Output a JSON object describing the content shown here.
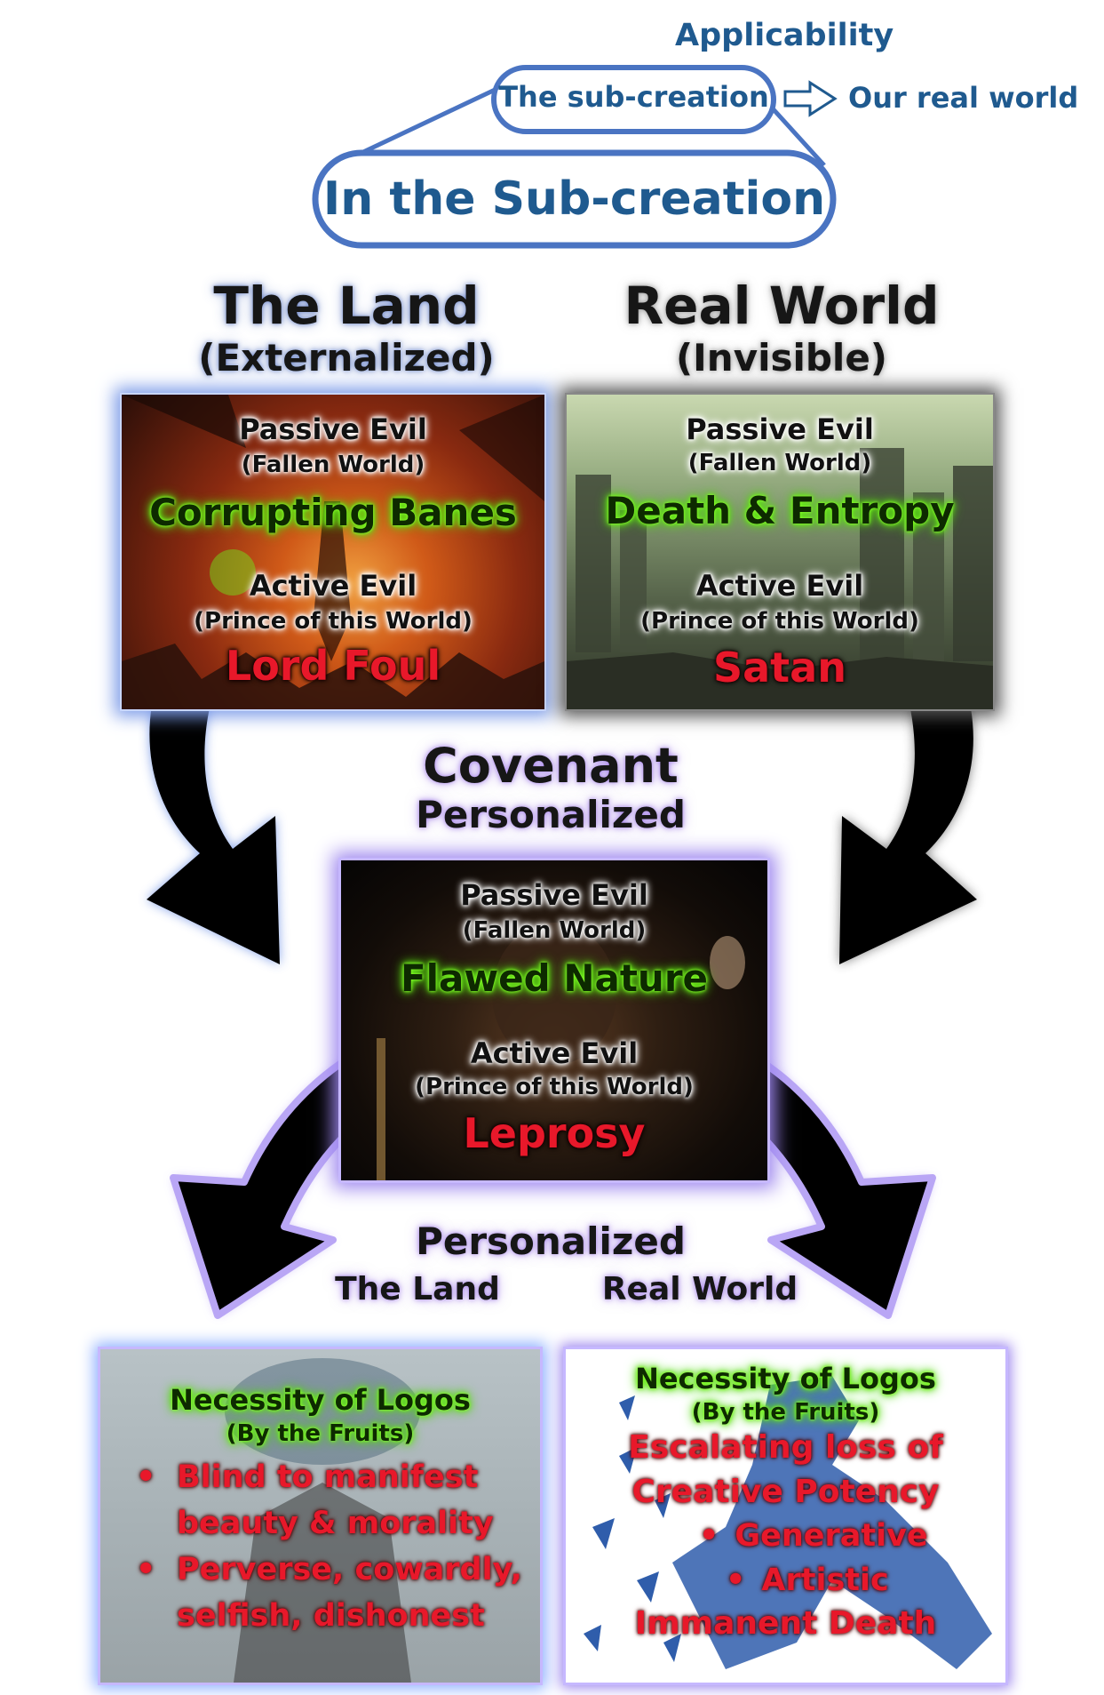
{
  "applicability": {
    "title": "Applicability",
    "sub_creation": "The sub-creation",
    "real_world": "Our real world"
  },
  "main_title": "In the Sub-creation",
  "land": {
    "title": "The Land",
    "subtitle": "(Externalized)"
  },
  "realworld": {
    "title": "Real World",
    "subtitle": "(Invisible)"
  },
  "passive_evil": "Passive Evil",
  "fallen_world": "(Fallen World)",
  "active_evil": "Active Evil",
  "prince": "(Prince of this World)",
  "land_panel": {
    "passive": "Corrupting Banes",
    "active": "Lord Foul"
  },
  "realworld_panel": {
    "passive": "Death & Entropy",
    "active": "Satan"
  },
  "covenant": {
    "title": "Covenant",
    "subtitle": "Personalized"
  },
  "covenant_panel": {
    "passive": "Flawed Nature",
    "active": "Leprosy"
  },
  "personalized": {
    "title": "Personalized",
    "land": "The Land",
    "real_world": "Real World"
  },
  "bottom_left": {
    "heading": "Necessity of Logos",
    "sub": "(By the Fruits)",
    "bullets": [
      "Blind to manifest beauty & morality",
      "Perverse, cowardly, selfish, dishonest"
    ]
  },
  "bottom_right": {
    "heading": "Necessity of Logos",
    "sub": "(By the Fruits)",
    "line1": "Escalating loss of",
    "line2": "Creative Potency",
    "bullets": [
      "Generative",
      "Artistic"
    ],
    "line3": "Immanent Death"
  },
  "colors": {
    "blue_text": "#1f5a8f",
    "outline_blue": "#4a74c2",
    "glow_green": "#6cf01c",
    "evil_red": "#e8182a",
    "arrow_purple": "#b9a6f5"
  }
}
